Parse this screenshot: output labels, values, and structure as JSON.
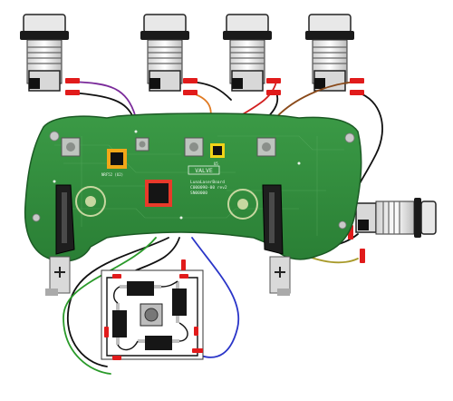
{
  "pcb": {
    "brand_label": "VALVE",
    "line1": "LunaLaserBoard",
    "line2": "C000090-00 rev2",
    "line3": "SN00000",
    "chip_label": "NRF52 (U2)",
    "small_label": "U5"
  },
  "colors": {
    "board": "#2f8a3a",
    "board_dark": "#1f6a2b",
    "wire_purple": "#7a2a9a",
    "wire_orange": "#e07a22",
    "wire_red": "#d21f1f",
    "wire_brown": "#8a4a1a",
    "wire_black": "#111111",
    "wire_green": "#2a9a2a",
    "wire_blue": "#2a35c8",
    "wire_olive": "#a89a2a",
    "connector_red": "#e11b1b"
  }
}
